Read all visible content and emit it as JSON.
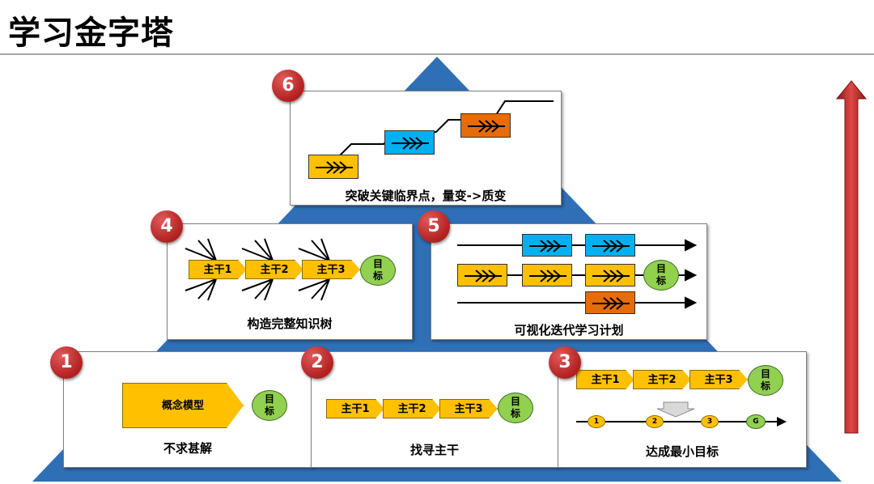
{
  "title": "学习金字塔",
  "levels": [
    {
      "number": "1",
      "caption": "不求甚解",
      "concept_label": "概念模型",
      "goal": [
        "目",
        "标"
      ]
    },
    {
      "number": "2",
      "caption": "找寻主干",
      "trunks": [
        "主干1",
        "主干2",
        "主干3"
      ],
      "goal": [
        "目",
        "标"
      ]
    },
    {
      "number": "3",
      "caption": "达成最小目标",
      "trunks": [
        "主干1",
        "主干2",
        "主干3"
      ],
      "goal": [
        "目",
        "标"
      ],
      "milestones": [
        "1",
        "2",
        "3",
        "G"
      ]
    },
    {
      "number": "4",
      "caption": "构造完整知识树",
      "trunks": [
        "主干1",
        "主干2",
        "主干3"
      ],
      "goal": [
        "目",
        "标"
      ]
    },
    {
      "number": "5",
      "caption": "可视化迭代学习计划",
      "goal": [
        "目",
        "标"
      ]
    },
    {
      "number": "6",
      "caption": "突破关键临界点，量变->质变"
    }
  ],
  "colors": {
    "pyramid": "#2e6fb5",
    "badge": "#c0282a",
    "trunk": "#ffc000",
    "goal": "#92d050",
    "blue_task": "#00b0f0",
    "orange_task": "#e46c0a",
    "progress_arrow": "#c0282a"
  }
}
